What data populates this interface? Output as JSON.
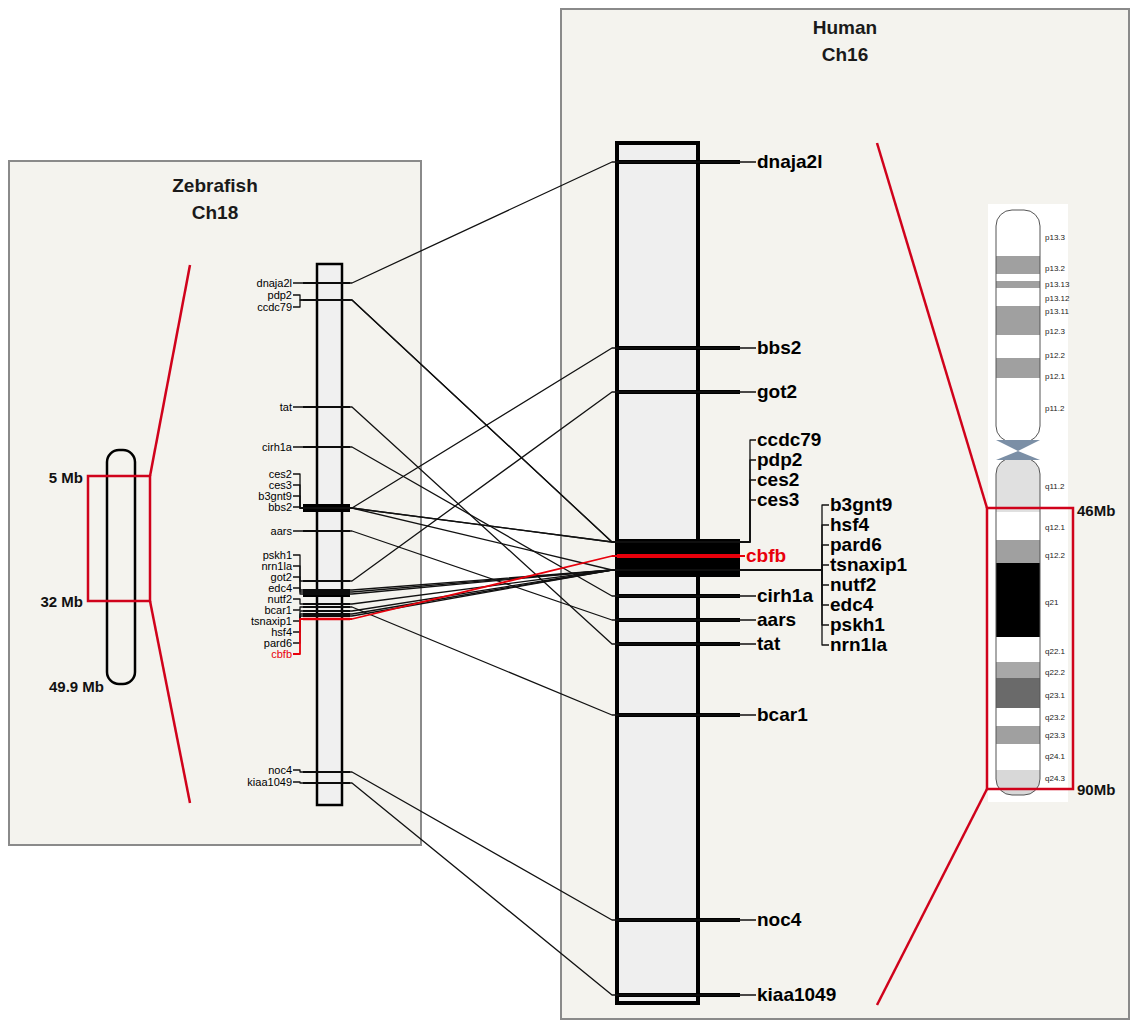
{
  "diagram": {
    "nodes": [
      {
        "text": [
          "Zebrafish Ch18"
        ]
      },
      {
        "text": [
          "Human Ch16"
        ]
      },
      {
        "text": [
          "dnaja2l"
        ],
        "in": 0
      },
      {
        "text": [
          "pdp2"
        ],
        "in": 0
      },
      {
        "text": [
          "ccdc79"
        ],
        "in": 0
      },
      {
        "text": [
          "tat"
        ],
        "in": 0
      },
      {
        "text": [
          "cirh1a"
        ],
        "in": 0
      },
      {
        "text": [
          "ces2"
        ],
        "in": 0
      },
      {
        "text": [
          "ces3"
        ],
        "in": 0
      },
      {
        "text": [
          "b3gnt9"
        ],
        "in": 0
      },
      {
        "text": [
          "bbs2"
        ],
        "in": 0
      },
      {
        "text": [
          "aars"
        ],
        "in": 0
      },
      {
        "text": [
          "pskh1"
        ],
        "in": 0
      },
      {
        "text": [
          "nrn1la"
        ],
        "in": 0
      },
      {
        "text": [
          "got2"
        ],
        "in": 0
      },
      {
        "text": [
          "edc4"
        ],
        "in": 0
      },
      {
        "text": [
          "nutf2"
        ],
        "in": 0
      },
      {
        "text": [
          "bcar1"
        ],
        "in": 0
      },
      {
        "text": [
          "tsnaxip1"
        ],
        "in": 0
      },
      {
        "text": [
          "hsf4"
        ],
        "in": 0
      },
      {
        "text": [
          "pard6"
        ],
        "in": 0
      },
      {
        "text": [
          "cbfb"
        ],
        "in": 0
      },
      {
        "text": [
          "noc4"
        ],
        "in": 0
      },
      {
        "text": [
          "kiaa1049"
        ],
        "in": 0
      },
      {
        "text": [
          "dnaja2l"
        ],
        "in": 1
      },
      {
        "text": [
          "bbs2"
        ],
        "in": 1
      },
      {
        "text": [
          "got2"
        ],
        "in": 1
      },
      {
        "text": [
          "ccdc79"
        ],
        "in": 1
      },
      {
        "text": [
          "pdp2"
        ],
        "in": 1
      },
      {
        "text": [
          "ces2"
        ],
        "in": 1
      },
      {
        "text": [
          "ces3"
        ],
        "in": 1
      },
      {
        "text": [
          "b3gnt9"
        ],
        "in": 1
      },
      {
        "text": [
          "hsf4"
        ],
        "in": 1
      },
      {
        "text": [
          "pard6"
        ],
        "in": 1
      },
      {
        "text": [
          "tsnaxip1"
        ],
        "in": 1
      },
      {
        "text": [
          "nutf2"
        ],
        "in": 1
      },
      {
        "text": [
          "edc4"
        ],
        "in": 1
      },
      {
        "text": [
          "pskh1"
        ],
        "in": 1
      },
      {
        "text": [
          "nrn1la"
        ],
        "in": 1
      },
      {
        "text": [
          "cbfb"
        ],
        "in": 1
      },
      {
        "text": [
          "cirh1a"
        ],
        "in": 1
      },
      {
        "text": [
          "aars"
        ],
        "in": 1
      },
      {
        "text": [
          "tat"
        ],
        "in": 1
      },
      {
        "text": [
          "bcar1"
        ],
        "in": 1
      },
      {
        "text": [
          "noc4"
        ],
        "in": 1
      },
      {
        "text": [
          "kiaa1049"
        ],
        "in": 1
      }
    ],
    "edges": [
      {
        "from": 2,
        "to": 24,
        "arrow": "none"
      },
      {
        "from": 3,
        "to": 28,
        "arrow": "none"
      },
      {
        "from": 4,
        "to": 27,
        "arrow": "none"
      },
      {
        "from": 5,
        "to": 42,
        "arrow": "none"
      },
      {
        "from": 6,
        "to": 40,
        "arrow": "none"
      },
      {
        "from": 7,
        "to": 29,
        "arrow": "none"
      },
      {
        "from": 8,
        "to": 30,
        "arrow": "none"
      },
      {
        "from": 9,
        "to": 31,
        "arrow": "none"
      },
      {
        "from": 10,
        "to": 25,
        "arrow": "none"
      },
      {
        "from": 11,
        "to": 41,
        "arrow": "none"
      },
      {
        "from": 12,
        "to": 37,
        "arrow": "none"
      },
      {
        "from": 13,
        "to": 38,
        "arrow": "none"
      },
      {
        "from": 14,
        "to": 26,
        "arrow": "none"
      },
      {
        "from": 15,
        "to": 36,
        "arrow": "none"
      },
      {
        "from": 16,
        "to": 35,
        "arrow": "none"
      },
      {
        "from": 17,
        "to": 43,
        "arrow": "none"
      },
      {
        "from": 18,
        "to": 34,
        "arrow": "none"
      },
      {
        "from": 19,
        "to": 32,
        "arrow": "none"
      },
      {
        "from": 20,
        "to": 33,
        "arrow": "none"
      },
      {
        "from": 21,
        "to": 39,
        "arrow": "none"
      },
      {
        "from": 22,
        "to": 44,
        "arrow": "none"
      },
      {
        "from": 23,
        "to": 45,
        "arrow": "none"
      }
    ],
    "labels": [
      "5 Mb",
      "32 Mb",
      "49.9 Mb",
      "46Mb",
      "90Mb",
      "p13.3",
      "p13.2",
      "p13.13",
      "p13.12",
      "p13.11",
      "p12.3",
      "p12.2",
      "p12.1",
      "p11.2",
      "q11.2",
      "q12.1",
      "q12.2",
      "q21",
      "q22.1",
      "q22.2",
      "q23.1",
      "q23.2",
      "q23.3",
      "q24.1",
      "q24.3"
    ]
  }
}
